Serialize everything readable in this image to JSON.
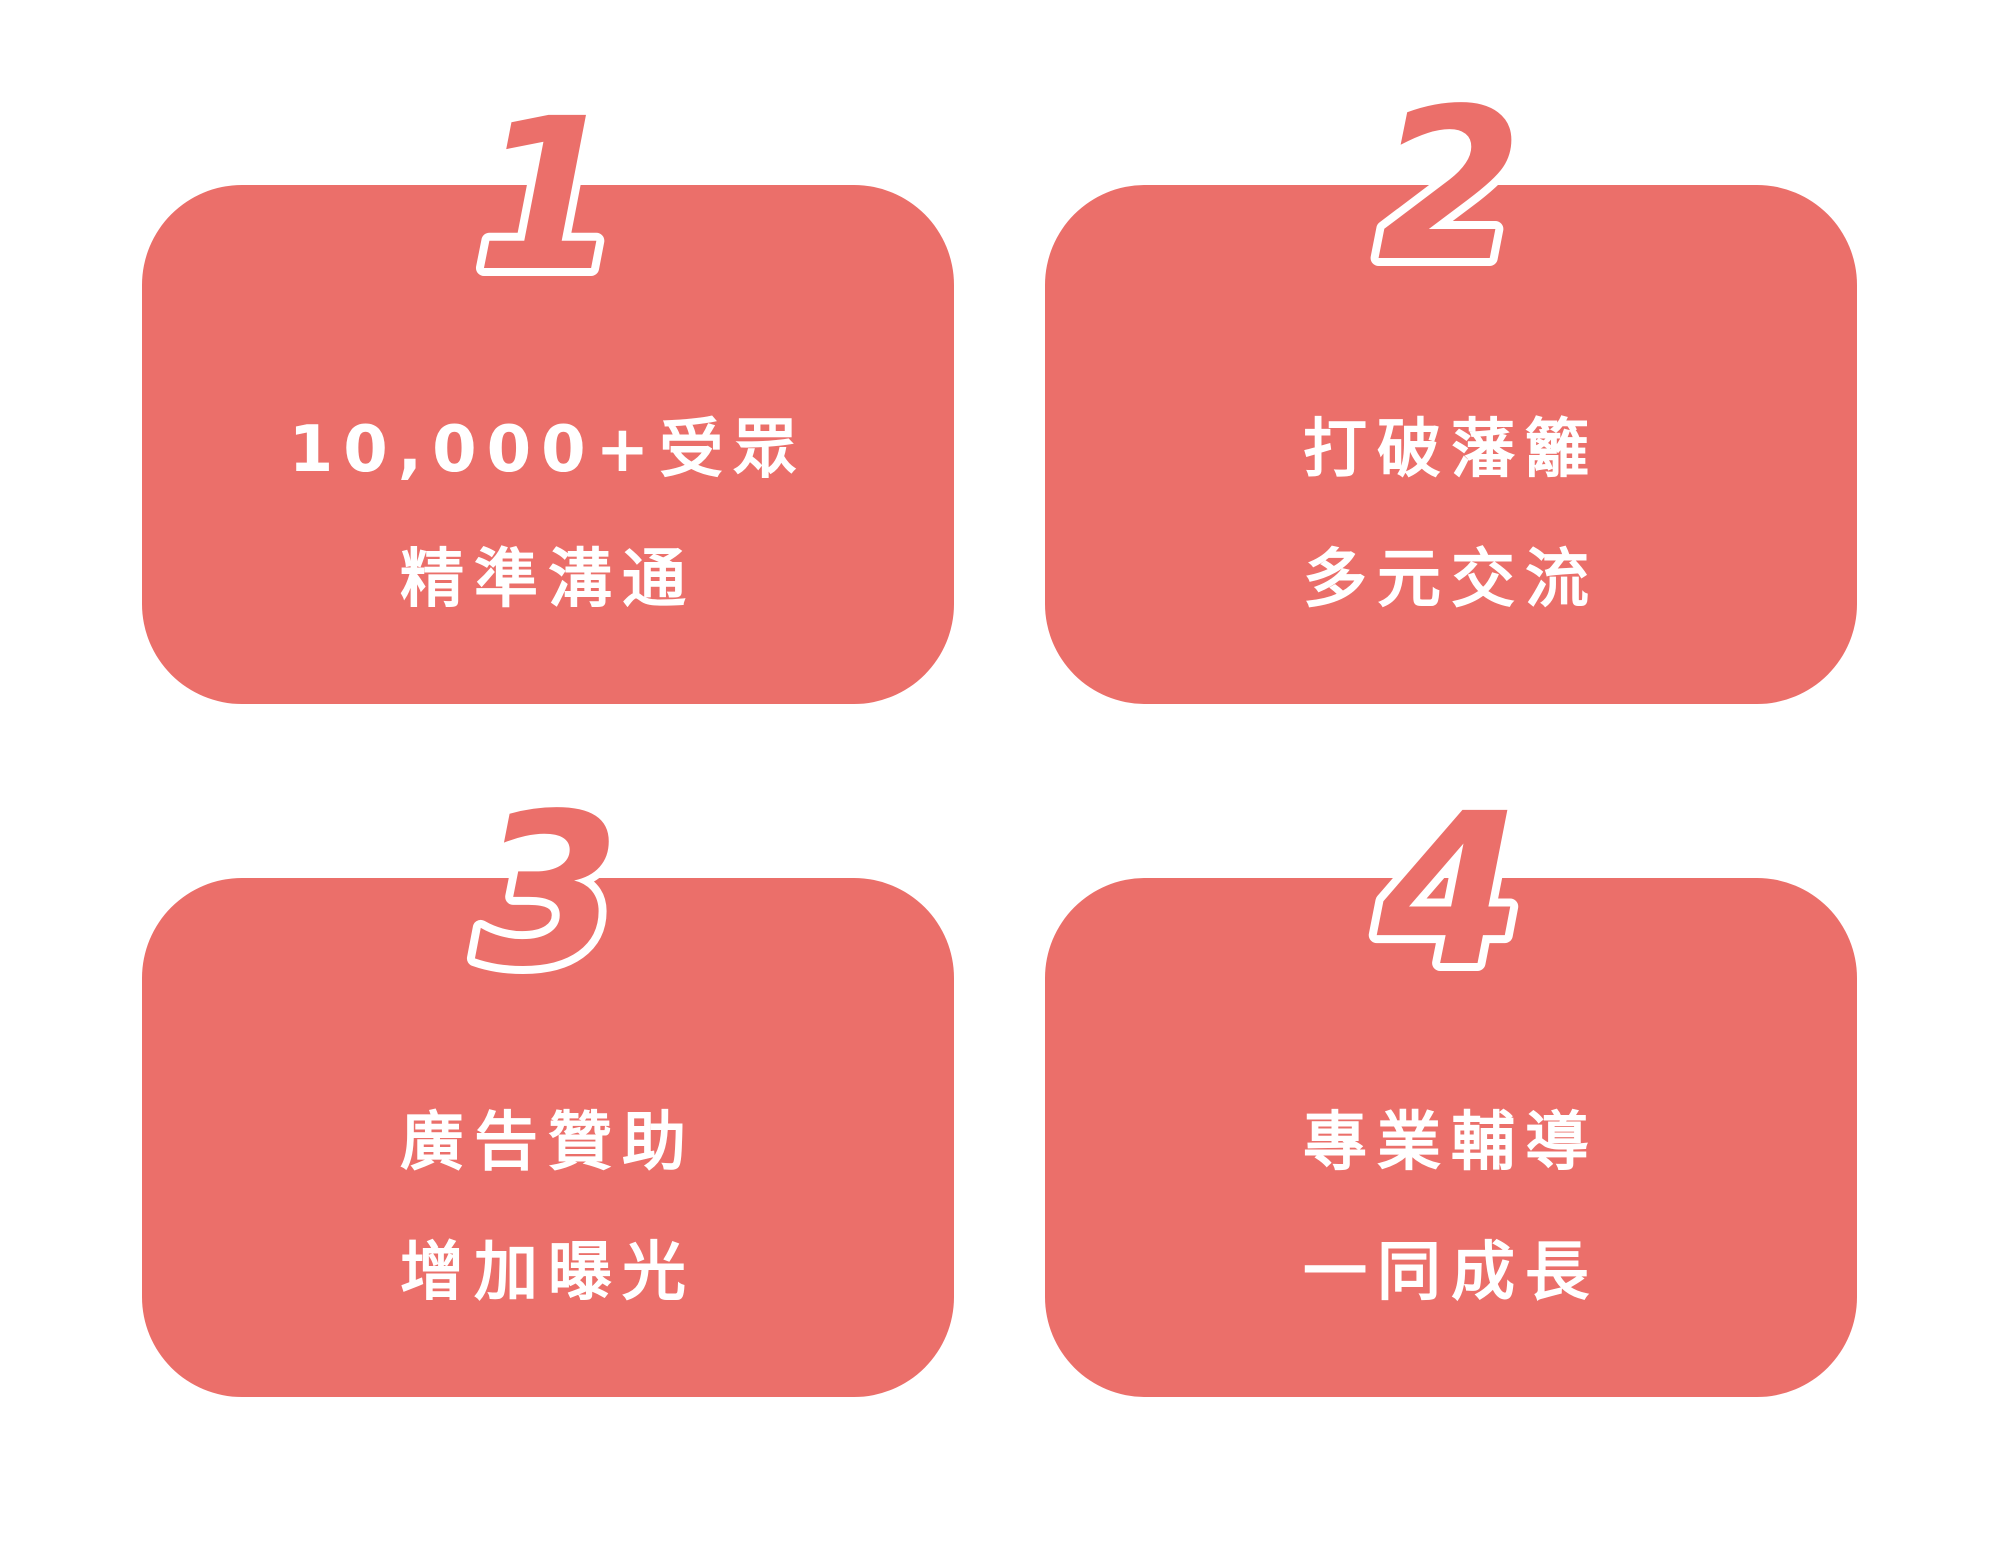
{
  "accent_color": "#EB6F6A",
  "cards": [
    {
      "number": "1",
      "lines": [
        "10,000+受眾",
        "精準溝通"
      ]
    },
    {
      "number": "2",
      "lines": [
        "打破藩籬",
        "多元交流"
      ]
    },
    {
      "number": "3",
      "lines": [
        "廣告贊助",
        "增加曝光"
      ]
    },
    {
      "number": "4",
      "lines": [
        "專業輔導",
        "一同成長"
      ]
    }
  ]
}
